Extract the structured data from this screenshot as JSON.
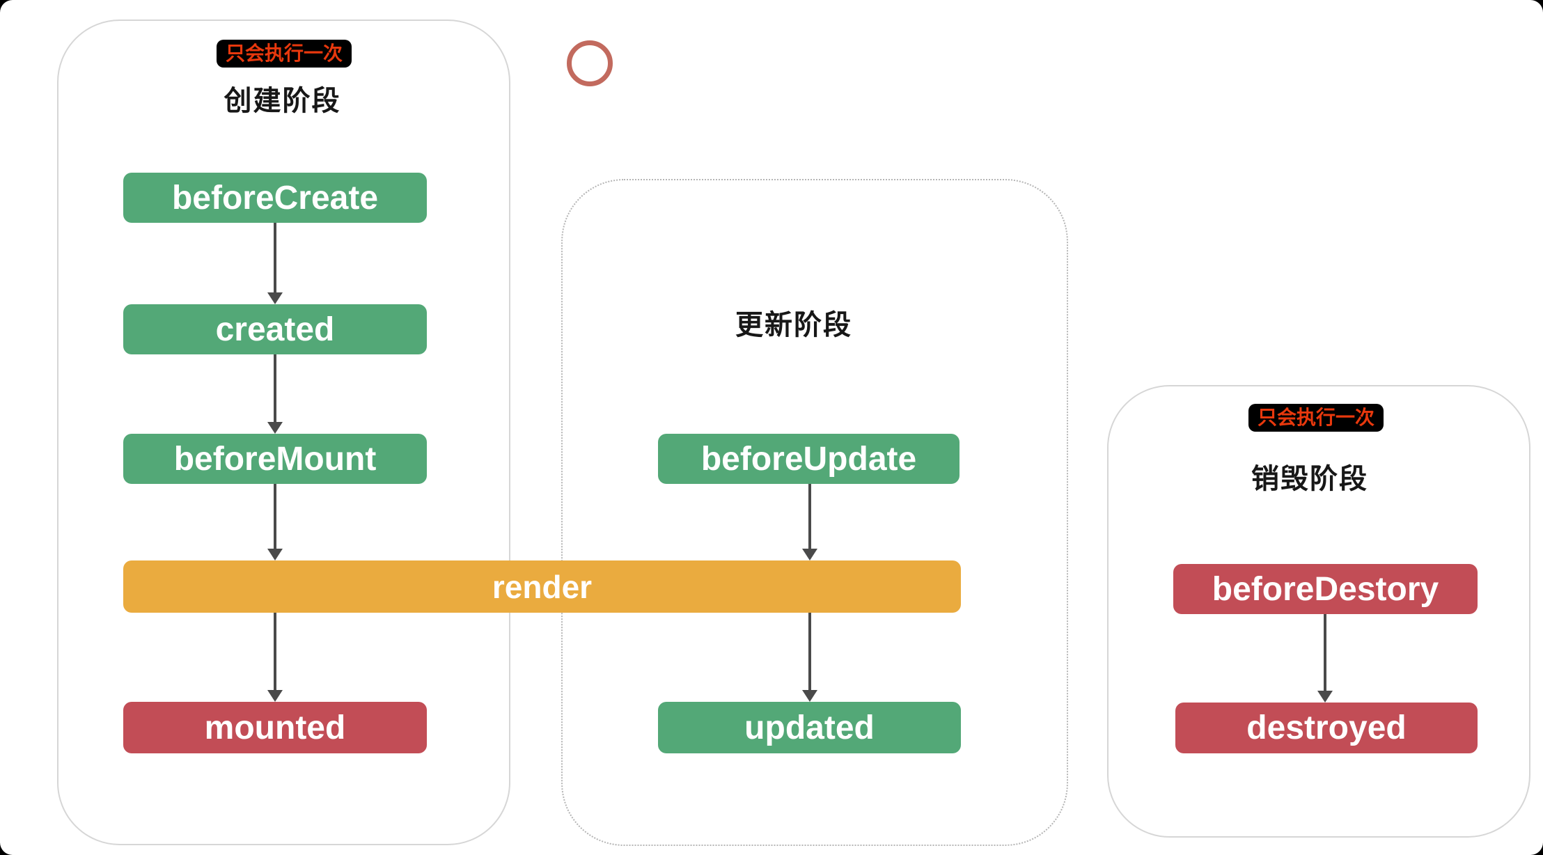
{
  "diagram": {
    "type": "flowchart",
    "topic": "Vue component lifecycle stages",
    "stages": [
      {
        "key": "create",
        "badge": "只会执行一次",
        "title": "创建阶段",
        "nodes": [
          {
            "id": "beforeCreate",
            "label": "beforeCreate",
            "color": "#53a877"
          },
          {
            "id": "created",
            "label": "created",
            "color": "#53a877"
          },
          {
            "id": "beforeMount",
            "label": "beforeMount",
            "color": "#53a877"
          },
          {
            "id": "mounted",
            "label": "mounted",
            "color": "#c24d56"
          }
        ]
      },
      {
        "key": "update",
        "title": "更新阶段",
        "nodes": [
          {
            "id": "beforeUpdate",
            "label": "beforeUpdate",
            "color": "#53a877"
          },
          {
            "id": "updated",
            "label": "updated",
            "color": "#53a877"
          }
        ]
      },
      {
        "key": "destroy",
        "badge": "只会执行一次",
        "title": "销毁阶段",
        "nodes": [
          {
            "id": "beforeDestory",
            "label": "beforeDestory",
            "color": "#c24d56"
          },
          {
            "id": "destroyed",
            "label": "destroyed",
            "color": "#c24d56"
          }
        ]
      }
    ],
    "shared_node": {
      "id": "render",
      "label": "render",
      "color": "#eaab3f"
    },
    "edges": [
      {
        "from": "beforeCreate",
        "to": "created"
      },
      {
        "from": "created",
        "to": "beforeMount"
      },
      {
        "from": "beforeMount",
        "to": "render"
      },
      {
        "from": "render",
        "to": "mounted"
      },
      {
        "from": "beforeUpdate",
        "to": "render"
      },
      {
        "from": "render",
        "to": "updated"
      },
      {
        "from": "beforeDestory",
        "to": "destroyed"
      }
    ],
    "colors": {
      "node_green": "#53a877",
      "node_red": "#c24d56",
      "node_orange": "#eaab3f",
      "badge_bg": "#000000",
      "badge_text": "#e8380d",
      "arrow": "#4a4a4a",
      "stage_border_solid": "#d6d6d6",
      "stage_border_dotted": "#b5b5b5",
      "circle_marker": "#c26a5e",
      "background": "#ffffff"
    }
  }
}
